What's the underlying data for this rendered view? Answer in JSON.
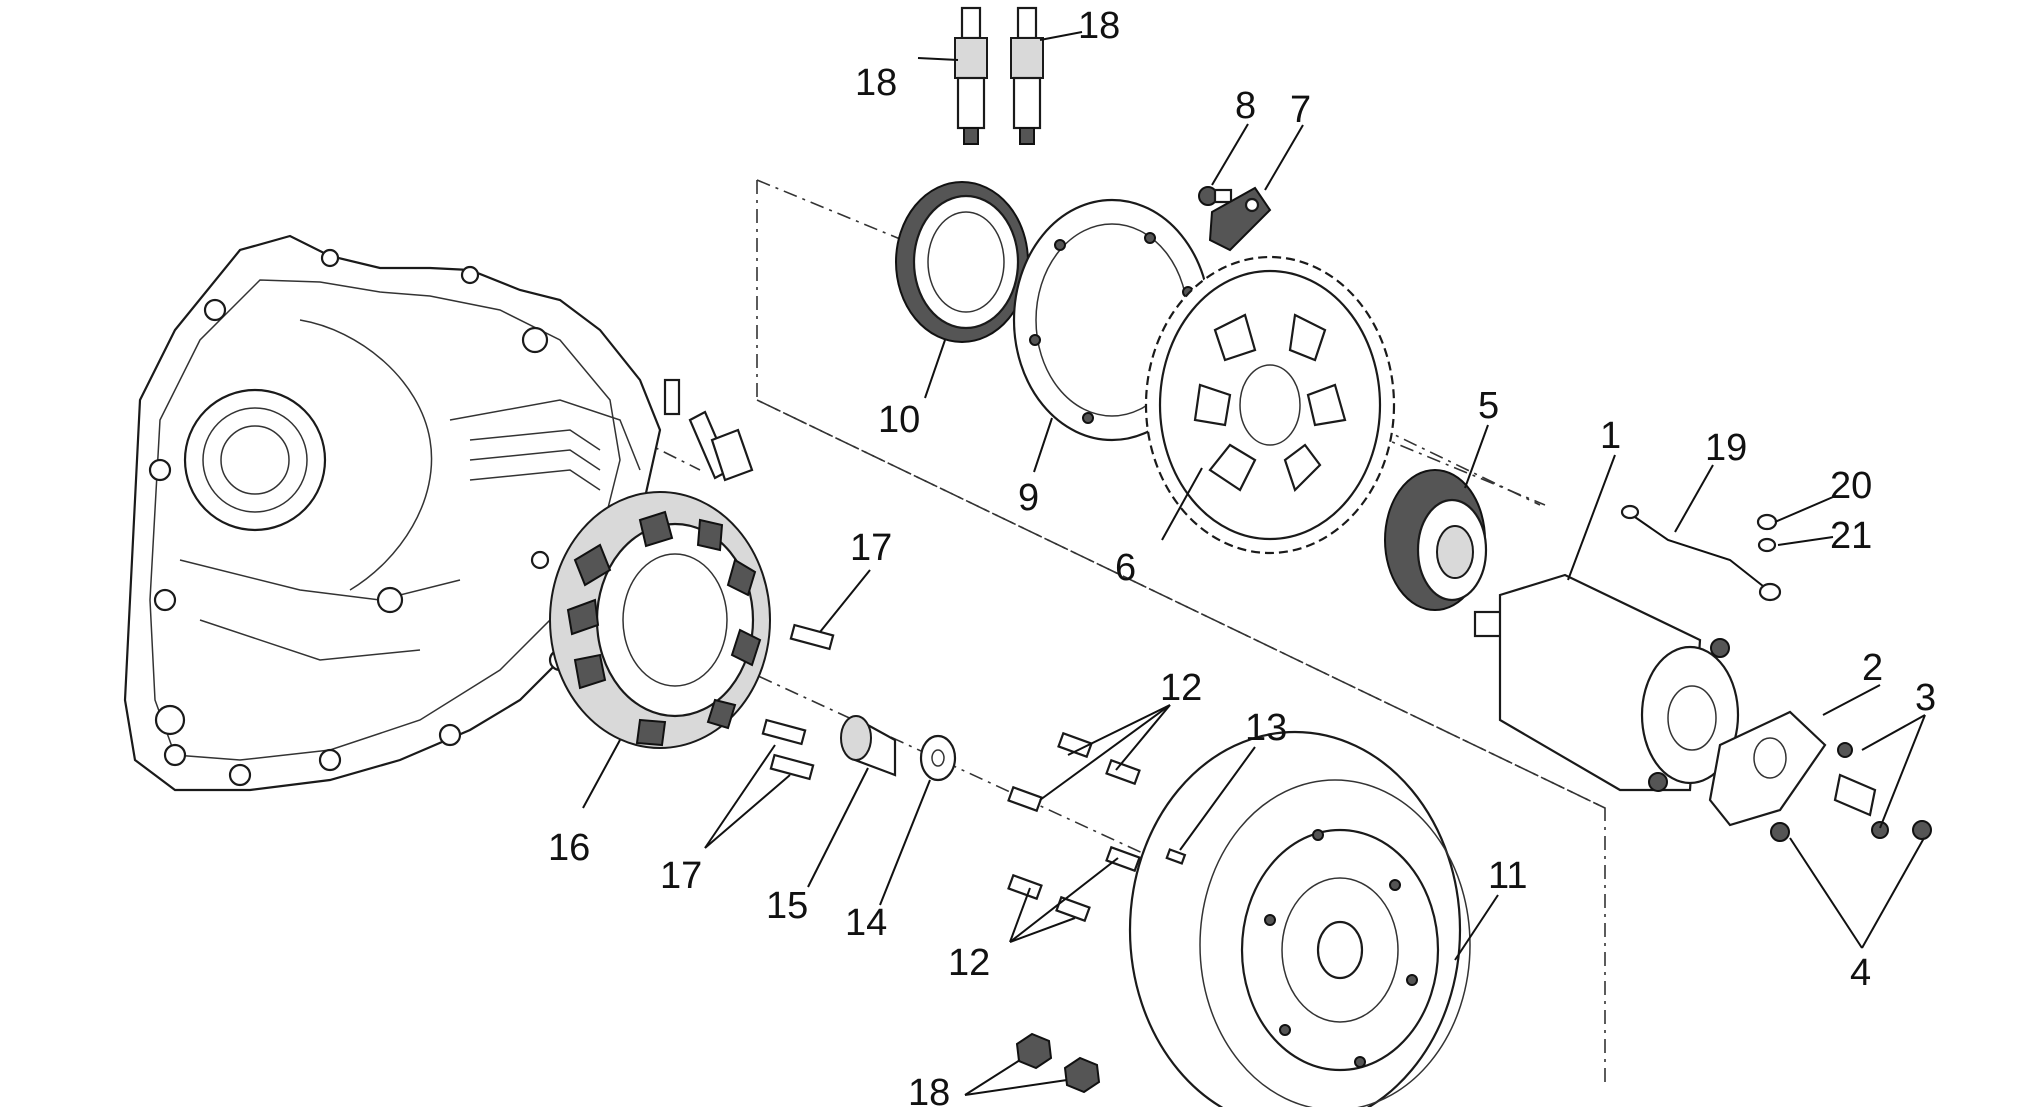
{
  "diagram": {
    "callouts": {
      "c1": "1",
      "c2": "2",
      "c3": "3",
      "c4": "4",
      "c5": "5",
      "c6": "6",
      "c7": "7",
      "c8": "8",
      "c9": "9",
      "c10": "10",
      "c11": "11",
      "c12a": "12",
      "c12b": "12",
      "c13": "13",
      "c14": "14",
      "c15": "15",
      "c16": "16",
      "c17a": "17",
      "c17b": "17",
      "c18a": "18",
      "c18b": "18",
      "c18c": "18",
      "c19": "19",
      "c20": "20",
      "c21": "21"
    }
  }
}
